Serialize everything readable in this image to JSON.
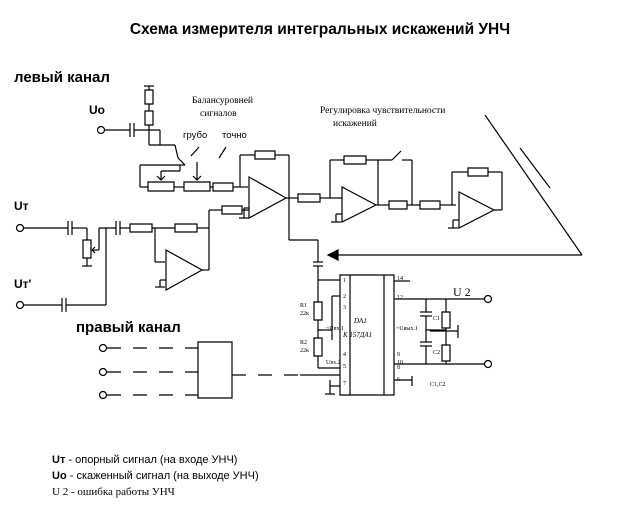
{
  "title": "Схема измерителя интегральных искажений УНЧ",
  "left_channel_label": "левый канал",
  "right_channel_label": "правый канал",
  "uo_label": "Uo",
  "ut_label": "Uт",
  "ut2_label": "Uт'",
  "balance_label_line1": "Балансуровней",
  "balance_label_line2": "сигналов",
  "coarse_label": "грубо",
  "fine_label": "точно",
  "sensitivity_label_line1": "Регулировка чувствительности",
  "sensitivity_label_line2": "искажений",
  "u2_label": "U 2",
  "ic": {
    "ref": "DA1",
    "part": "К 157ДА1",
    "pins": [
      "1",
      "14",
      "2",
      "12",
      "3",
      "4",
      "9",
      "5",
      "8",
      "7",
      "6",
      "10"
    ],
    "in_label": "~Uвх.1",
    "out_label": "~Uвых.1",
    "r1": "R1",
    "r1_value": "22к",
    "r2": "R2",
    "r2_value": "22к",
    "in2_label": "Uвх.2",
    "c1": "C1",
    "c2": "C2",
    "c1c2": "C1,C2"
  },
  "legend": [
    {
      "symbol": "Uт",
      "text": " - опорный сигнал  (на входе УНЧ)"
    },
    {
      "symbol": "Uo",
      "text": " - скаженный сигнал (на выходе УНЧ)"
    },
    {
      "symbol": "U 2",
      "text": " - ошибка работы УНЧ"
    }
  ]
}
